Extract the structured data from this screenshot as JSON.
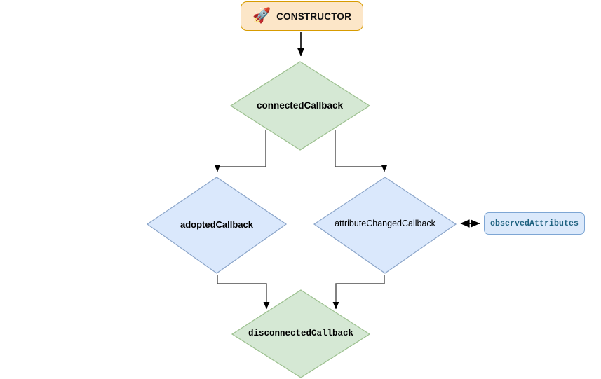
{
  "diagram": {
    "title": "Web Components lifecycle callbacks flowchart",
    "background": "#ffffff",
    "colors": {
      "green_fill": "#d5e8d4",
      "green_stroke": "#9cc08f",
      "blue_fill": "#dae8fc",
      "blue_stroke": "#8ba5c9",
      "orange_fill": "#fce6c8",
      "orange_stroke": "#d79b00",
      "observed_fill": "#dbe9fb",
      "observed_stroke": "#7ea6d4",
      "observed_text": "#1f6280",
      "connector_stroke": "#4d4d4d",
      "arrow_fill": "#000000"
    },
    "nodes": {
      "constructor": {
        "label": "CONSTRUCTOR",
        "icon": "rocket-icon",
        "icon_glyph": "🚀",
        "shape": "rounded-rectangle"
      },
      "connected_callback": {
        "label": "connectedCallback",
        "shape": "diamond"
      },
      "adopted_callback": {
        "label": "adoptedCallback",
        "shape": "diamond"
      },
      "attribute_changed_callback": {
        "label": "attributeChangedCallback",
        "shape": "diamond"
      },
      "observed_attributes": {
        "label": "observedAttributes",
        "shape": "rounded-rectangle"
      },
      "disconnected_callback": {
        "label": "disconnectedCallback",
        "shape": "diamond"
      }
    },
    "edges": [
      {
        "from": "constructor",
        "to": "connected_callback",
        "style": "straight",
        "arrow": "single"
      },
      {
        "from": "connected_callback",
        "to": "adopted_callback",
        "style": "orthogonal",
        "arrow": "single"
      },
      {
        "from": "connected_callback",
        "to": "attribute_changed_callback",
        "style": "orthogonal",
        "arrow": "single"
      },
      {
        "from": "attribute_changed_callback",
        "to": "observed_attributes",
        "style": "straight",
        "arrow": "double"
      },
      {
        "from": "adopted_callback",
        "to": "disconnected_callback",
        "style": "orthogonal",
        "arrow": "single"
      },
      {
        "from": "attribute_changed_callback",
        "to": "disconnected_callback",
        "style": "orthogonal",
        "arrow": "single"
      }
    ]
  }
}
